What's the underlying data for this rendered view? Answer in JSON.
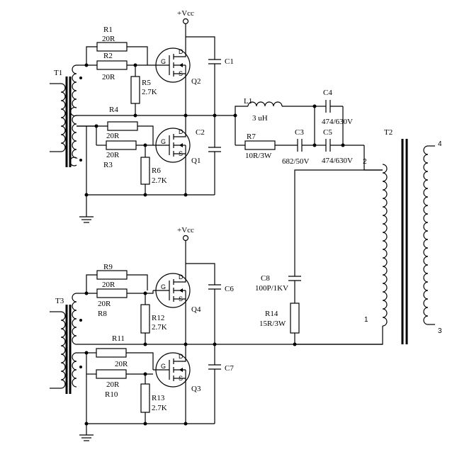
{
  "supply_label": "+Vcc",
  "resistors": {
    "r1": {
      "ref": "R1",
      "value": "20R"
    },
    "r2": {
      "ref": "R2",
      "value": "20R"
    },
    "r3": {
      "ref": "R3",
      "value": "20R"
    },
    "r4": {
      "ref": "R4"
    },
    "r5": {
      "ref": "R5",
      "value": "2.7K"
    },
    "r6": {
      "ref": "R6",
      "value": "2.7K"
    },
    "r7": {
      "ref": "R7",
      "value": "10R/3W"
    },
    "r8": {
      "ref": "R8",
      "value": "20R"
    },
    "r9": {
      "ref": "R9",
      "value": "20R"
    },
    "r10": {
      "ref": "R10",
      "value": "20R"
    },
    "r11": {
      "ref": "R11"
    },
    "r12": {
      "ref": "R12",
      "value": "2.7K"
    },
    "r13": {
      "ref": "R13",
      "value": "2.7K"
    },
    "r14": {
      "ref": "R14",
      "value": "15R/3W"
    }
  },
  "capacitors": {
    "c1": {
      "ref": "C1"
    },
    "c2": {
      "ref": "C2"
    },
    "c3": {
      "ref": "C3",
      "value": "682/50V"
    },
    "c4": {
      "ref": "C4",
      "value": "474/630V"
    },
    "c5": {
      "ref": "C5",
      "value": "474/630V"
    },
    "c6": {
      "ref": "C6"
    },
    "c7": {
      "ref": "C7"
    },
    "c8": {
      "ref": "C8",
      "value": "100P/1KV"
    }
  },
  "inductor": {
    "ref": "L1",
    "value": "3 uH"
  },
  "transistors": {
    "q1": "Q1",
    "q2": "Q2",
    "q3": "Q3",
    "q4": "Q4"
  },
  "transformers": {
    "t1": "T1",
    "t2": "T2",
    "t3": "T3"
  },
  "mosfet_pins": {
    "gate": "G",
    "drain": "D",
    "source": "S"
  },
  "t2_pins": {
    "p1": "1",
    "p2": "2",
    "p3": "3",
    "p4": "4"
  }
}
